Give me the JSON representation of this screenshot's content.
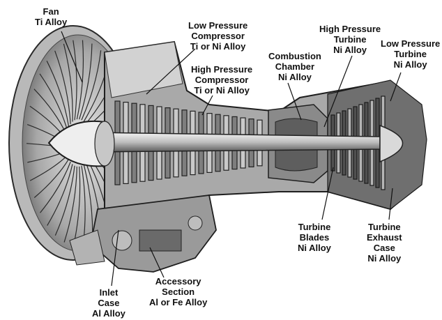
{
  "labels": {
    "fan": [
      "Fan",
      "Ti Alloy"
    ],
    "lp_compressor": [
      "Low Pressure",
      "Compressor",
      "Ti or Ni Alloy"
    ],
    "hp_compressor": [
      "High Pressure",
      "Compressor",
      "Ti or Ni Alloy"
    ],
    "combustion_chamber": [
      "Combustion",
      "Chamber",
      "Ni Alloy"
    ],
    "hp_turbine": [
      "High Pressure",
      "Turbine",
      "Ni Alloy"
    ],
    "lp_turbine": [
      "Low Pressure",
      "Turbine",
      "Ni Alloy"
    ],
    "turbine_blades": [
      "Turbine",
      "Blades",
      "Ni Alloy"
    ],
    "turbine_exhaust_case": [
      "Turbine",
      "Exhaust",
      "Case",
      "Ni Alloy"
    ],
    "inlet_case": [
      "Inlet",
      "Case",
      "Al Alloy"
    ],
    "accessory_section": [
      "Accessory",
      "Section",
      "Al or Fe Alloy"
    ]
  },
  "colors": {
    "ink": "#111111",
    "metal_dark": "#3a3a3a",
    "metal_mid": "#8c8c8c",
    "metal_light": "#d8d8d8"
  }
}
